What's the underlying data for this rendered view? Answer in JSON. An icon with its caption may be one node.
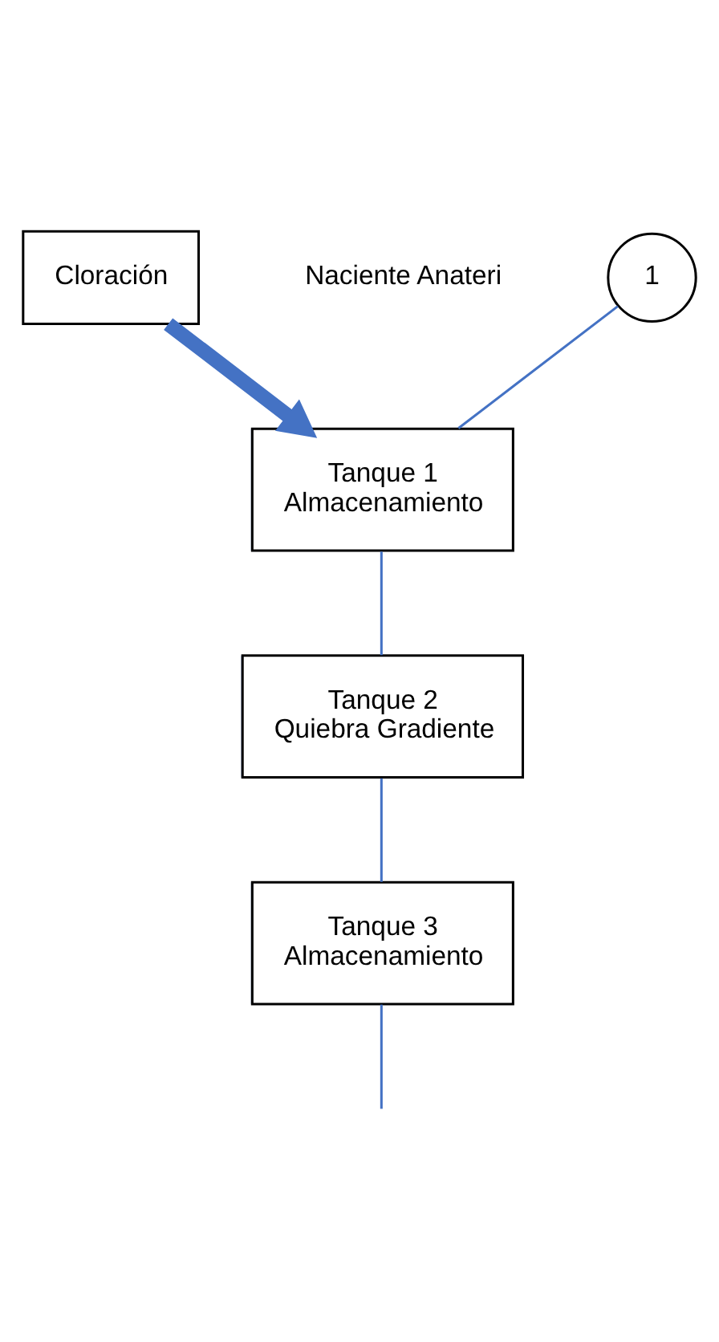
{
  "diagram": {
    "nodes": [
      {
        "text": [
          "1"
        ],
        "beside": [
          "Naciente Anateri"
        ]
      },
      {
        "text": [
          "Tanque 1",
          "Almacenamiento"
        ]
      },
      {
        "text": [
          "Tanque 2",
          "Quiebra Gradiente"
        ]
      },
      {
        "text": [
          "Tanque 3",
          "Almacenamiento"
        ]
      },
      {
        "text": [
          "Cloración"
        ]
      }
    ],
    "edges": [
      {
        "from": 0,
        "to": 1,
        "arrow": "none"
      },
      {
        "from": 4,
        "to": 1,
        "arrow": "to",
        "style": "thick"
      },
      {
        "from": 1,
        "to": 2,
        "arrow": "none"
      },
      {
        "from": 2,
        "to": 3,
        "arrow": "none"
      },
      {
        "from": 3,
        "to": null,
        "arrow": "none"
      }
    ]
  }
}
